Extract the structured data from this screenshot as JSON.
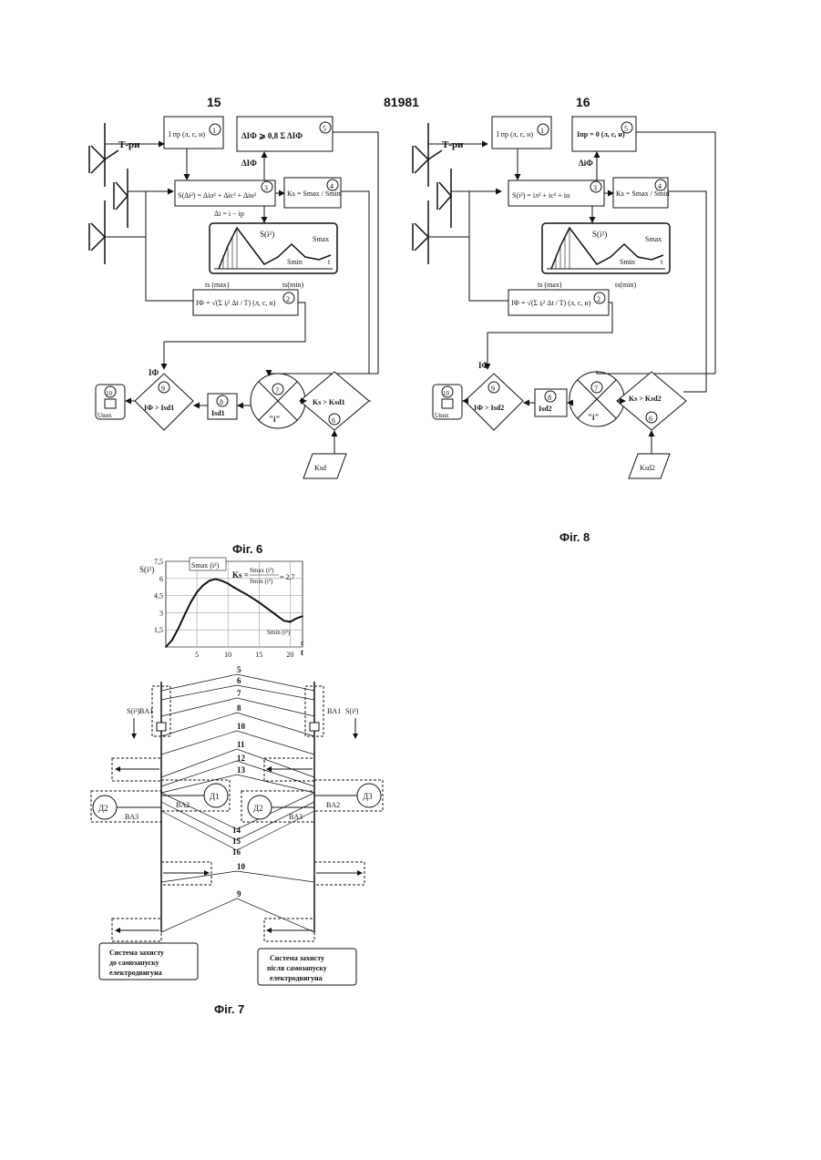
{
  "page": {
    "left_number": "15",
    "patent_number": "81981",
    "right_number": "16"
  },
  "fig6": {
    "caption": "Фіг. 6",
    "blocks": {
      "b1": "I пр (л, с, н)",
      "b2": "IФ = √(Σ iⱼ² Δt / T) (л, с, н)",
      "b3": "S(Δi²) = Δiл² + Δiс² + Δiн²",
      "b4": "Ks = Smax / Smin",
      "b5": "ΔIФ ⩾ 0,8 Σ ΔIФ",
      "b7": "\"i\"",
      "b6": "Ks > Ksd1",
      "b8": "Isd1",
      "b9": "IФ > Isd1",
      "b10": "Uвих",
      "ksd": "Ksd"
    },
    "labels": {
      "tr": "Т-ри",
      "dI": "ΔIФ",
      "di_eq": "Δi = i − iр",
      "iph": "IФ"
    },
    "plot": {
      "s": "S(i²)",
      "smax": "Smax",
      "smin": "Smin",
      "t": "t",
      "ts_max": "ts (max)",
      "ts_min": "ts(min)"
    }
  },
  "fig8": {
    "caption": "Фіг. 8",
    "blocks": {
      "b1": "I пр (л, с, н)",
      "b2": "IФ = √(Σ iⱼ² Δt / T) (л, с, н)",
      "b3": "S(i²) = iл² + iс² + iн",
      "b4": "Ks = Smax / Smin",
      "b5": "Iпр = 0 (л, с, н)",
      "b7": "\"i\"",
      "b6": "Ks > Ksd2",
      "b8": "Isd2",
      "b9": "IФ > Isd2",
      "b10": "Uвих",
      "ksd": "Ksd2"
    },
    "labels": {
      "tr": "Т-ри",
      "dI": "ΔiФ",
      "iph": "IФ"
    },
    "plot": {
      "s": "S(i²)",
      "smax": "Smax",
      "smin": "Smin",
      "t": "t",
      "ts_max": "ts (max)",
      "ts_min": "ts(min)"
    }
  },
  "chart_data": {
    "type": "line",
    "x": [
      0,
      1,
      2,
      3,
      4,
      5,
      6,
      7,
      8,
      9,
      10,
      11,
      12,
      13,
      14,
      15,
      16,
      17,
      18,
      19,
      20,
      21,
      22
    ],
    "y": [
      0,
      0.6,
      1.6,
      2.8,
      3.9,
      4.8,
      5.4,
      5.8,
      5.95,
      5.8,
      5.55,
      5.2,
      4.9,
      4.6,
      4.25,
      3.9,
      3.5,
      3.1,
      2.7,
      2.3,
      2.2,
      2.5,
      2.7
    ],
    "ylabel": "S(i²)",
    "xlabel": "t",
    "x_unit": "с",
    "xlim": [
      0,
      22
    ],
    "ylim": [
      0,
      7.5
    ],
    "y_ticks": [
      "7,5",
      "6",
      "4,5",
      "3",
      "1,5",
      "0"
    ],
    "x_ticks": [
      "5",
      "10",
      "15",
      "20"
    ],
    "grid": true,
    "annotations": {
      "max_label": "Smax (i²)",
      "formula_lhs": "Ks =",
      "formula_num": "Smax (i²)",
      "formula_den": "Smin (i²)",
      "formula_val": "= 2,7",
      "min_label": "Smin (i²)"
    }
  },
  "fig7": {
    "caption": "Фіг. 7",
    "line_numbers": [
      "5",
      "6",
      "7",
      "8",
      "10",
      "11",
      "12",
      "13",
      "14",
      "15",
      "16",
      "10",
      "9"
    ],
    "left": {
      "s": "S(i²)",
      "ba1": "BA1",
      "ba2": "BA2",
      "ba3": "BA3",
      "d1": "Д1",
      "d2": "Д2",
      "caption": [
        "Система захисту",
        "до самозапуску",
        "електродвигуна"
      ]
    },
    "right": {
      "s": "S(i²)",
      "ba1": "BA1",
      "ba2": "BA2",
      "ba3": "BA3",
      "d2": "Д2",
      "d3": "Д3",
      "caption": [
        "Система захисту",
        "після самозапуску",
        "електродвигуна"
      ]
    }
  }
}
